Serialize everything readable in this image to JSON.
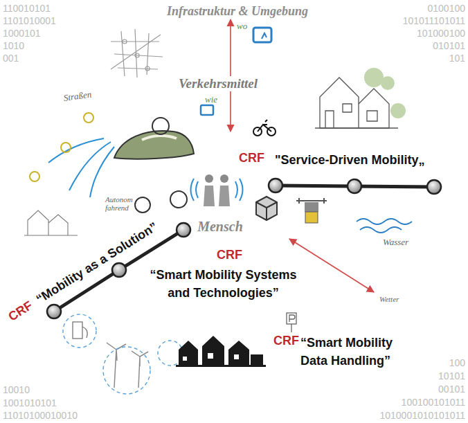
{
  "diagram": {
    "nodes": [
      {
        "text": [
          "Infrastruktur & Umgebung"
        ]
      },
      {
        "text": [
          "Verkehrsmittel"
        ],
        "in": 0
      },
      {
        "text": [
          "Mensch"
        ],
        "in": 1
      }
    ],
    "labels": [
      "CRF",
      "\"Service-Driven Mobility„",
      "CRF",
      "“Mobility as a Solution”",
      "CRF",
      "“Smart Mobility Systems and Technologies”",
      "CRF",
      "“Smart Mobility Data Handling”",
      "wo",
      "wie",
      "Straßen",
      "Autonom fahrend",
      "Wasser",
      "Wetter",
      "110010101",
      "1101010001",
      "1000101",
      "1010",
      "001",
      "0100100",
      "101011101011",
      "101000100",
      "010101",
      "101",
      "10010",
      "1001010101",
      "11010100010010",
      "100",
      "10101",
      "00101",
      "100100101011",
      "1010001010101011"
    ]
  }
}
